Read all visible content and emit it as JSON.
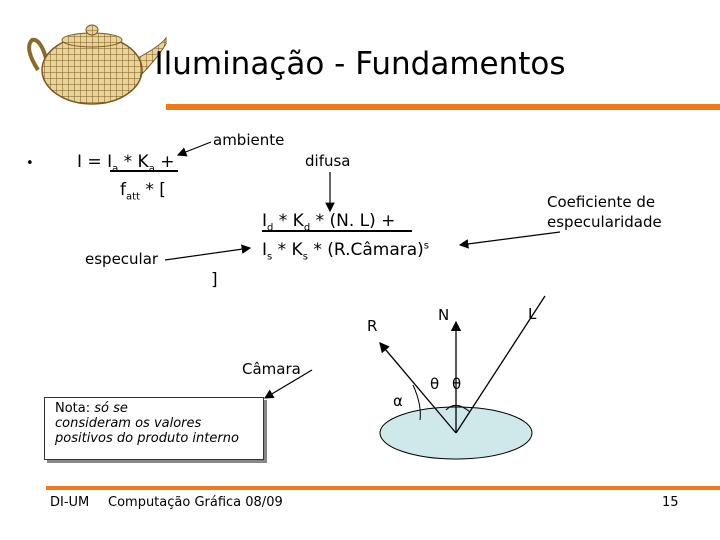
{
  "title": "Iluminação - Fundamentos",
  "formula": {
    "bullet": "•",
    "line1": {
      "lhs": "I = I",
      "a1": "a",
      "mid": " * K",
      "a2": "a",
      "end": " +"
    },
    "line2": {
      "f": "f",
      "att": "att",
      "rest": " * ["
    },
    "line3": {
      "i": "I",
      "d1": "d",
      "mid": " * K",
      "d2": "d",
      "end": " * (N. L) +"
    },
    "line4": {
      "i": "I",
      "s1": "s",
      "mid": " * K",
      "s2": "s",
      "end": " * (R.Câmara)",
      "exp": "s"
    },
    "close_bracket": "]"
  },
  "labels": {
    "ambiente": "ambiente",
    "difusa": "difusa",
    "especular": "especular",
    "coef_line1": "Coeficiente de",
    "coef_line2": "especularidade",
    "camara": "Câmara"
  },
  "diagram": {
    "R": "R",
    "N": "N",
    "L": "L",
    "alpha": "α",
    "theta1": "θ",
    "theta2": "θ"
  },
  "note": {
    "label": "Nota:",
    "text1": " só se",
    "text2": "consideram os valores",
    "text3": "positivos do produto interno"
  },
  "footer": {
    "left": "DI-UM",
    "center": "Computação Gráfica 08/09",
    "page": "15"
  },
  "colors": {
    "accent": "#f07a18",
    "surface": "#cfe8ea"
  }
}
